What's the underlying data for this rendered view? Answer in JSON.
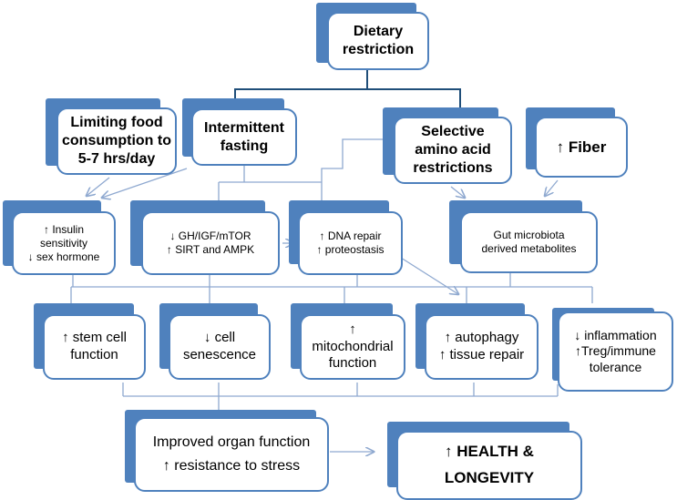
{
  "dietary_restriction": {
    "lines": [
      "Dietary",
      "restriction"
    ]
  },
  "limiting_food": {
    "lines": [
      "Limiting food",
      "consumption to",
      "5-7 hrs/day"
    ]
  },
  "intermittent_fasting": {
    "lines": [
      "Intermittent",
      "fasting"
    ]
  },
  "selective_amino": {
    "lines": [
      "Selective",
      "amino acid",
      "restrictions"
    ]
  },
  "fiber": {
    "lines": [
      "↑ Fiber"
    ]
  },
  "insulin": {
    "lines": [
      "↑ Insulin",
      "sensitivity",
      "↓ sex hormone"
    ]
  },
  "gh_igf": {
    "lines": [
      "↓ GH/IGF/mTOR",
      "↑ SIRT and AMPK"
    ]
  },
  "dna_repair": {
    "lines": [
      "↑ DNA repair",
      "↑ proteostasis"
    ]
  },
  "gut_microbiota": {
    "lines": [
      "Gut microbiota",
      "derived metabolites"
    ]
  },
  "stem_cell": {
    "lines": [
      "↑ stem cell",
      "function"
    ]
  },
  "senescence": {
    "lines": [
      "↓ cell",
      "senescence"
    ]
  },
  "mitochondrial": {
    "lines": [
      "↑",
      "mitochondrial",
      "function"
    ]
  },
  "autophagy": {
    "lines": [
      "↑ autophagy",
      "↑ tissue repair"
    ]
  },
  "inflammation": {
    "lines": [
      "↓ inflammation",
      "↑Treg/immune",
      "tolerance"
    ]
  },
  "organ_function": {
    "lines": [
      "Improved organ function",
      "↑  resistance to stress"
    ]
  },
  "health_longevity": {
    "lines": [
      "↑ HEALTH &",
      "LONGEVITY"
    ]
  },
  "colors": {
    "box_fill": "#4f81bd",
    "connector": "#7f9bc8"
  }
}
